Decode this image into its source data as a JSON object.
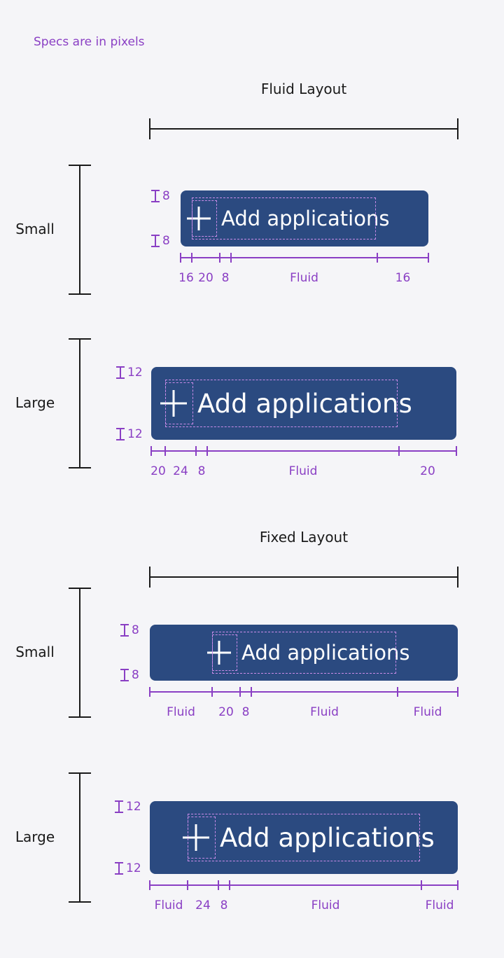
{
  "colors": {
    "background": "#f5f5f8",
    "button": "#2b4a80",
    "spec": "#8a3fc4",
    "ink": "#1a1a1a",
    "guide": "#c98be8"
  },
  "note": "Specs are in pixels",
  "button": {
    "label": "Add applications",
    "icon": "plus-icon"
  },
  "sections": [
    {
      "title": "Fluid Layout",
      "rows": [
        {
          "size": "Small",
          "padding_top": "8",
          "padding_bottom": "8",
          "measurements": [
            "16",
            "20",
            "8",
            "Fluid",
            "16"
          ]
        },
        {
          "size": "Large",
          "padding_top": "12",
          "padding_bottom": "12",
          "measurements": [
            "20",
            "24",
            "8",
            "Fluid",
            "20"
          ]
        }
      ]
    },
    {
      "title": "Fixed Layout",
      "rows": [
        {
          "size": "Small",
          "padding_top": "8",
          "padding_bottom": "8",
          "measurements": [
            "Fluid",
            "20",
            "8",
            "Fluid",
            "Fluid"
          ]
        },
        {
          "size": "Large",
          "padding_top": "12",
          "padding_bottom": "12",
          "measurements": [
            "Fluid",
            "24",
            "8",
            "Fluid",
            "Fluid"
          ]
        }
      ]
    }
  ]
}
